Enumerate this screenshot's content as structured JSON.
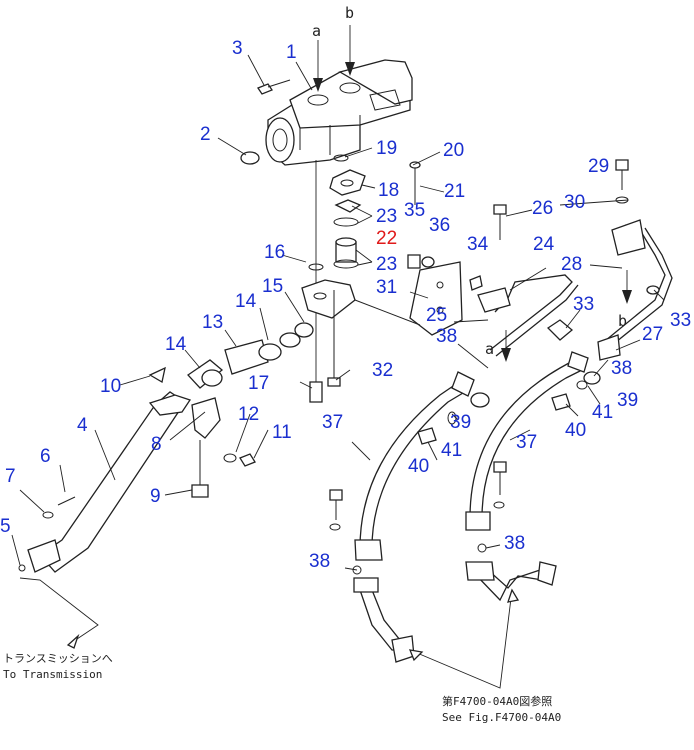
{
  "callouts": {
    "n1": "1",
    "n2": "2",
    "n3": "3",
    "n4": "4",
    "n5": "5",
    "n6": "6",
    "n7": "7",
    "n8": "8",
    "n9": "9",
    "n10": "10",
    "n11": "11",
    "n12": "12",
    "n13": "13",
    "n14a": "14",
    "n14b": "14",
    "n15": "15",
    "n16": "16",
    "n17": "17",
    "n18": "18",
    "n19": "19",
    "n20": "20",
    "n21": "21",
    "n22": "22",
    "n23a": "23",
    "n23b": "23",
    "n24": "24",
    "n25": "25",
    "n26": "26",
    "n27": "27",
    "n28": "28",
    "n29": "29",
    "n30": "30",
    "n31": "31",
    "n32": "32",
    "n33a": "33",
    "n33b": "33",
    "n34": "34",
    "n35": "35",
    "n36": "36",
    "n37a": "37",
    "n37b": "37",
    "n38a": "38",
    "n38b": "38",
    "n38c": "38",
    "n38d": "38",
    "n39a": "39",
    "n39b": "39",
    "n40a": "40",
    "n40b": "40",
    "n41a": "41",
    "n41b": "41"
  },
  "arrows": {
    "a_top": "a",
    "b_top": "b",
    "a_low": "a",
    "b_low": "b"
  },
  "notes": {
    "to_transmission_jp": "トランスミッションへ",
    "to_transmission_en": "To Transmission",
    "see_fig_jp": "第F4700-04A0図参照",
    "see_fig_en": "See Fig.F4700-04A0"
  },
  "colors": {
    "callout": "#1a2fcf",
    "highlight": "#e01a1a",
    "line": "#222222"
  }
}
